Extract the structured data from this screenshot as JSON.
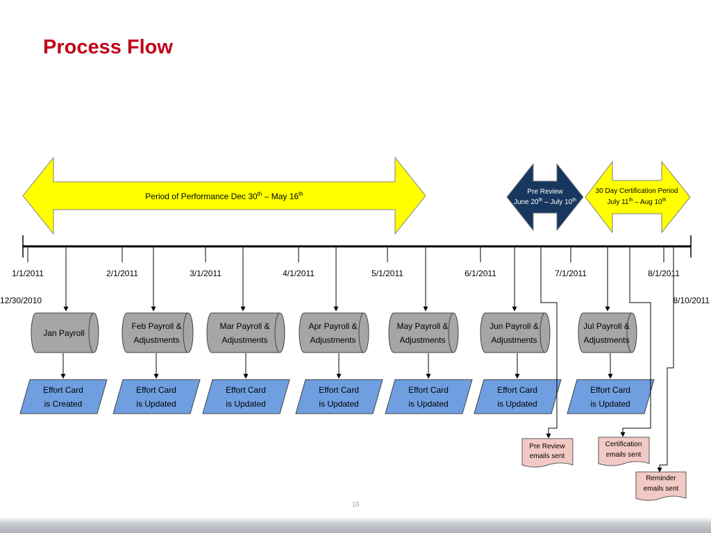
{
  "title": "Process Flow",
  "page_number": "16",
  "colors": {
    "title": "#c00018",
    "arrow_yellow": "#ffff00",
    "arrow_navy": "#17375e",
    "payroll_gray": "#a6a6a6",
    "effort_blue": "#6f9fe0",
    "email_pink": "#f2c9c4"
  },
  "period_arrows": [
    {
      "label": "Period of Performance  Dec 30",
      "sup": "th",
      "label_b": " – May 16",
      "sup_b": "th"
    },
    {
      "line1": "Pre Review",
      "line2": "June 20",
      "sup2": "th",
      "line2b": " – July 10",
      "sup2b": "th"
    },
    {
      "line1": "30 Day Certification Period",
      "line2": "July 11",
      "sup2": "th",
      "line2b": " – Aug 10",
      "sup2b": "th"
    }
  ],
  "timeline": {
    "dates": [
      "1/1/2011",
      "2/1/2011",
      "3/1/2011",
      "4/1/2011",
      "5/1/2011",
      "6/1/2011",
      "7/1/2011",
      "8/1/2011"
    ],
    "start_label": "12/30/2010",
    "end_label": "8/10/2011"
  },
  "payrolls": [
    {
      "line1": "Jan Payroll",
      "line2": ""
    },
    {
      "line1": "Feb Payroll &",
      "line2": "Adjustments"
    },
    {
      "line1": "Mar Payroll &",
      "line2": "Adjustments"
    },
    {
      "line1": "Apr Payroll &",
      "line2": "Adjustments"
    },
    {
      "line1": "May Payroll &",
      "line2": "Adjustments"
    },
    {
      "line1": "Jun Payroll &",
      "line2": "Adjustments"
    },
    {
      "line1": "Jul Payroll &",
      "line2": "Adjustments"
    }
  ],
  "effort_cards": [
    {
      "line1": "Effort Card",
      "line2": "is Created"
    },
    {
      "line1": "Effort Card",
      "line2": "is Updated"
    },
    {
      "line1": "Effort Card",
      "line2": "is Updated"
    },
    {
      "line1": "Effort Card",
      "line2": "is Updated"
    },
    {
      "line1": "Effort Card",
      "line2": "is Updated"
    },
    {
      "line1": "Effort Card",
      "line2": "is Updated"
    },
    {
      "line1": "Effort Card",
      "line2": "is Updated"
    }
  ],
  "emails": [
    {
      "line1": "Pre Review",
      "line2": "emails sent"
    },
    {
      "line1": "Certification",
      "line2": "emails sent"
    },
    {
      "line1": "Reminder",
      "line2": "emails sent"
    }
  ]
}
